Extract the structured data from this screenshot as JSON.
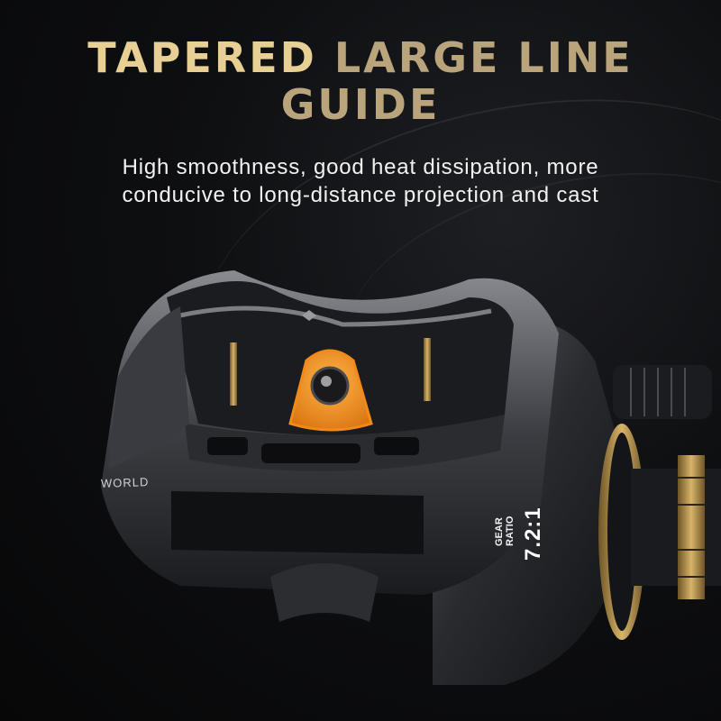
{
  "headline": {
    "line1_part1": "TAPERED ",
    "line1_part2": "LARGE LINE",
    "line2": "GUIDE"
  },
  "subtext": {
    "line1": "High smoothness, good heat dissipation, more",
    "line2": "conducive to long-distance projection and cast"
  },
  "reel": {
    "side_brand": "WORLD",
    "gear_label_1": "GEAR",
    "gear_label_2": "RATIO",
    "gear_ratio": "7.2:1"
  },
  "colors": {
    "background": "#0b0b0d",
    "headline_gold": "#e2c98e",
    "highlight_orange": "#f28a1a",
    "accent_gold_ring": "#b8924a"
  }
}
